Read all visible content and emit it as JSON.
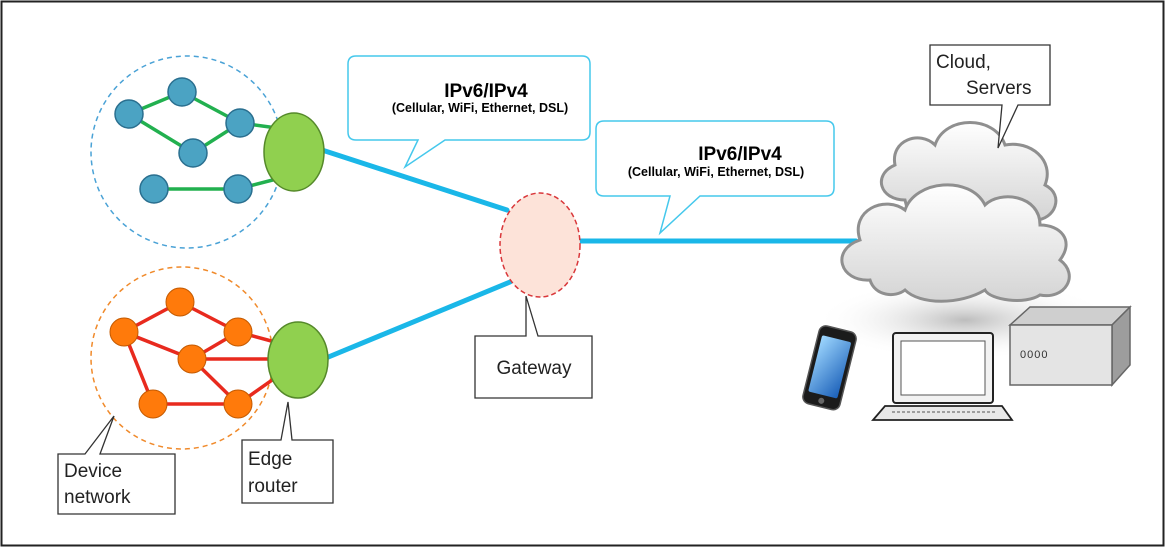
{
  "callouts": {
    "link_top": {
      "title": "IPv6/IPv4",
      "subtitle": "(Cellular, WiFi, Ethernet, DSL)"
    },
    "link_right": {
      "title": "IPv6/IPv4",
      "subtitle": "(Cellular, WiFi, Ethernet, DSL)"
    },
    "cloud": {
      "line1": "Cloud,",
      "line2": "Servers"
    },
    "gateway": {
      "label": "Gateway"
    },
    "device_network": {
      "line1": "Device",
      "line2": "network"
    },
    "edge_router": {
      "line1": "Edge",
      "line2": "router"
    }
  },
  "server_indicator": "0000",
  "colors": {
    "link": "#1ab7e8",
    "network_blue_node": "#4ba3c3",
    "network_blue_edge": "#22b04f",
    "network_orange_node": "#ff7a0b",
    "network_orange_edge": "#e82a1e",
    "router": "#90d04f",
    "gateway_fill": "#fde3d9",
    "gateway_stroke": "#d9373a",
    "callout_border": "#45c8ec"
  }
}
